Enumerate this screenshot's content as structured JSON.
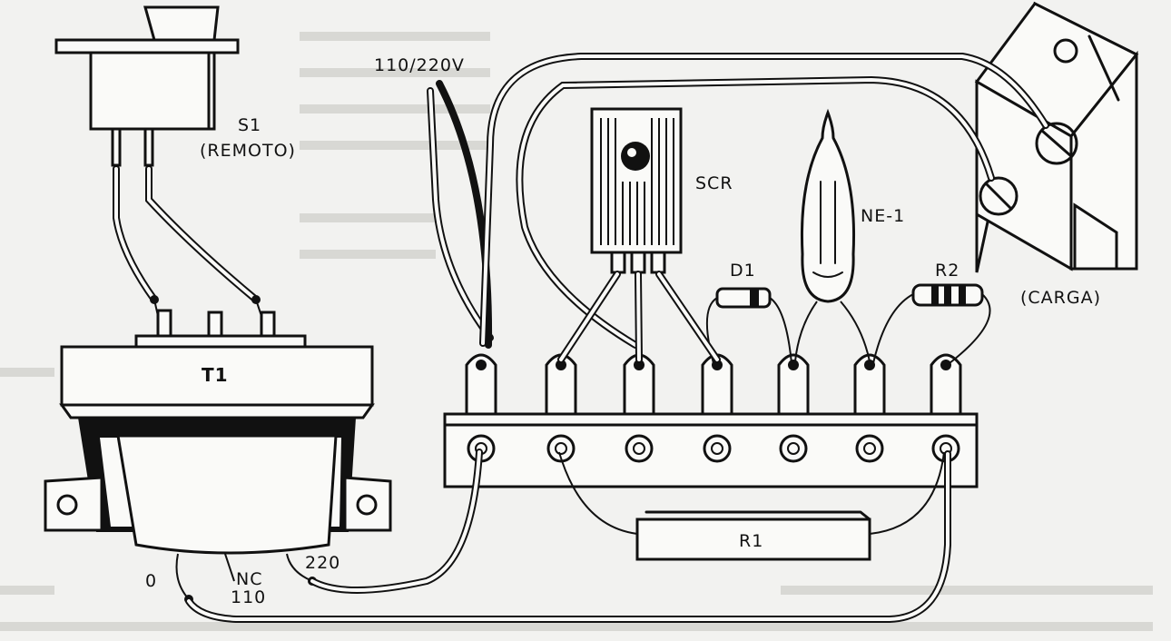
{
  "labels": {
    "s1": "S1",
    "s1_sub": "(REMOTO)",
    "supply": "110/220V",
    "scr": "SCR",
    "ne1": "NE-1",
    "d1": "D1",
    "r2": "R2",
    "carga": "(CARGA)",
    "t1": "T1",
    "r1": "R1",
    "tap_0": "0",
    "tap_nc": "NC",
    "tap_110": "110",
    "tap_220": "220"
  }
}
